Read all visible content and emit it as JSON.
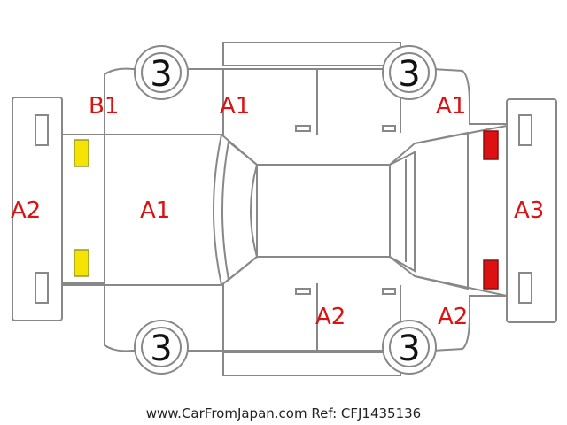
{
  "labels": {
    "b1": "B1",
    "a1_top_mid": "A1",
    "a1_top_right": "A1",
    "a2_front": "A2",
    "a1_hood": "A1",
    "a3_rear": "A3",
    "a2_bottom_mid": "A2",
    "a2_bottom_right": "A2"
  },
  "wheels": {
    "front_left": "3",
    "rear_left": "3",
    "front_right": "3",
    "rear_right": "3"
  },
  "footer": "www.CarFromJapan.com Ref: CFJ1435136",
  "colors": {
    "label_red": "#dd1111",
    "marker_yellow": "#f4e400",
    "marker_red": "#dd1111",
    "outline": "#888888"
  }
}
